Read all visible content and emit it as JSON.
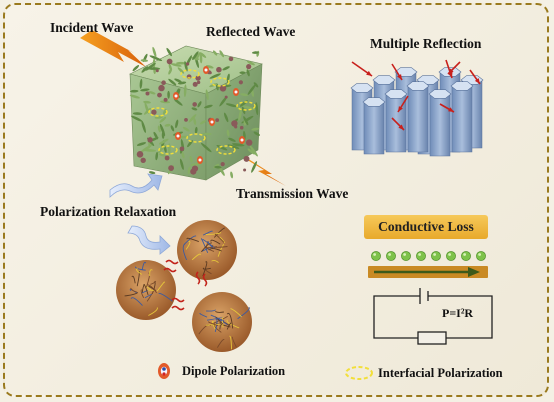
{
  "labels": {
    "incident_wave": "Incident Wave",
    "reflected_wave": "Reflected Wave",
    "multiple_reflection": "Multiple Reflection",
    "transmission_wave": "Transmission Wave",
    "polarization_relaxation": "Polarization Relaxation",
    "conductive_loss": "Conductive Loss",
    "power_formula": "P=I²R",
    "dipole_polarization": "Dipole Polarization",
    "interfacial_polarization": "Interfacial Polarization"
  },
  "colors": {
    "frame_border": "#9a7a1e",
    "wave_arrow": "#e07a10",
    "hexagon_tube": "#8fa8cc",
    "conductive_box": "#f0b840",
    "electron": "#7ec24a",
    "current_bar": "#c98a24",
    "interfacial_ring": "#f2df3a"
  },
  "icons": [
    "lightning-arrow-icon",
    "hexagonal-tube-array",
    "porous-cube",
    "porous-sphere",
    "wavy-arrow-icon",
    "dipole-icon",
    "dashed-ellipse-icon",
    "circuit-diagram"
  ]
}
